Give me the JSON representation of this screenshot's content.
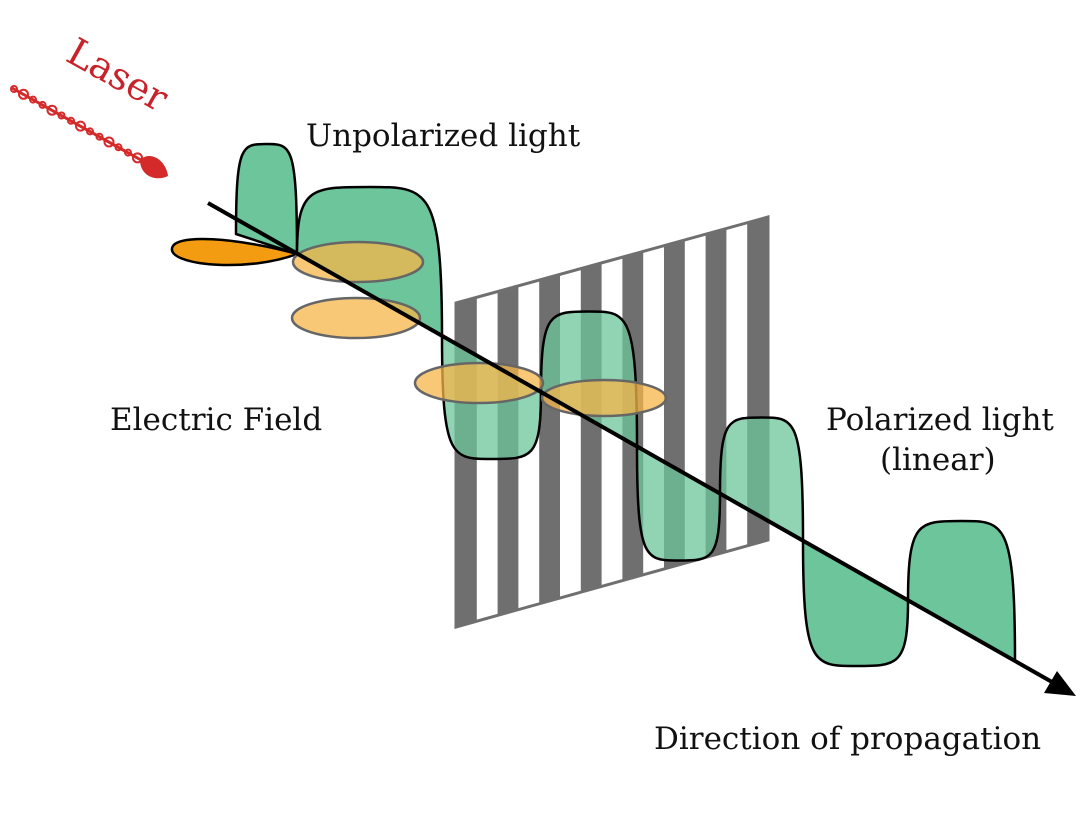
{
  "diagram": {
    "title": "Polarization of light by a linear polarizer",
    "labels": {
      "laser": "Laser",
      "unpolarized": "Unpolarized light",
      "electric_field": "Electric Field",
      "polarized_line1": "Polarized light",
      "polarized_line2": "(linear)",
      "direction": "Direction of propagation"
    },
    "components": {
      "laser_source": "laser",
      "polarizer": "linear polarizer grid (vertical stripes)",
      "propagation_axis": "arrow",
      "wave_before_polarizer": "unpolarized (vertical + horizontal components)",
      "wave_after_polarizer": "linearly polarized (vertical component only)"
    },
    "polarizer_stripe_count": 8,
    "colors": {
      "laser": "#d42a2a",
      "vertical_field": "#6cc59b",
      "horizontal_field_solid": "#f39c12",
      "horizontal_field_translucent": "#f7b548",
      "polarizer_stripe": "#6f6f6f",
      "axis": "#000000",
      "text": "#111111"
    }
  }
}
